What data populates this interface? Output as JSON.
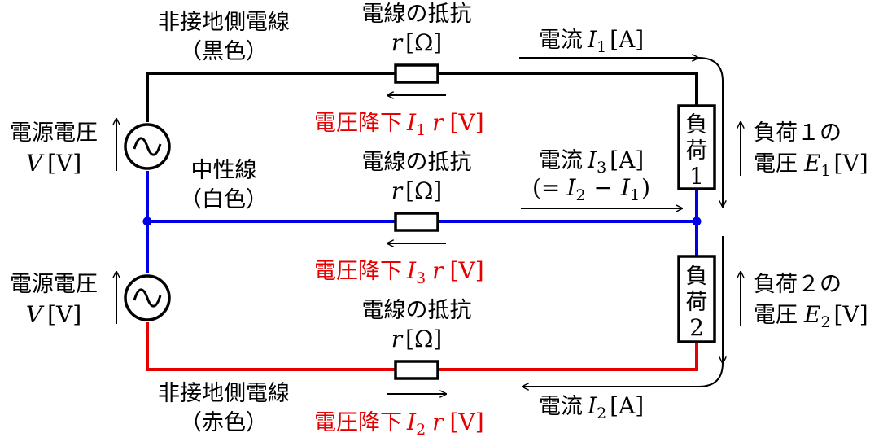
{
  "wires": {
    "top_label_1": "非接地側電線",
    "top_label_2": "（黒色）",
    "neutral_label_1": "中性線",
    "neutral_label_2": "（白色）",
    "bottom_label_1": "非接地側電線",
    "bottom_label_2": "（赤色）",
    "colors": {
      "top": "#000000",
      "neutral": "#0000e6",
      "bottom": "#e60000"
    }
  },
  "resistors": {
    "label": "電線の抵抗",
    "value_sym": "r",
    "value_unit": "[Ω]"
  },
  "voltage_drops": {
    "prefix": "電圧降下",
    "top_current": "I",
    "top_sub": "1",
    "mid_current": "I",
    "mid_sub": "3",
    "bot_current": "I",
    "bot_sub": "2",
    "r": "r",
    "unit": "[V]",
    "color": "#e60000"
  },
  "sources": {
    "label": "電源電圧",
    "sym": "V",
    "unit": "[V]"
  },
  "currents": {
    "prefix": "電流",
    "i1_sym": "I",
    "i1_sub": "1",
    "i3_sym": "I",
    "i3_sub": "3",
    "i2_sym": "I",
    "i2_sub": "2",
    "unit": "[A]",
    "i3_eq_open": "(=",
    "i3_eq_a": "I",
    "i3_eq_a_sub": "2",
    "i3_eq_minus": "−",
    "i3_eq_b": "I",
    "i3_eq_b_sub": "1",
    "i3_eq_close": ")"
  },
  "loads": {
    "load1": {
      "c1": "負",
      "c2": "荷",
      "c3": "1"
    },
    "load2": {
      "c1": "負",
      "c2": "荷",
      "c3": "2"
    }
  },
  "load_voltages": {
    "e1_prefix": "負荷１の",
    "e1_line2": "電圧",
    "e1_sym": "E",
    "e1_sub": "1",
    "e2_prefix": "負荷２の",
    "e2_line2": "電圧",
    "e2_sym": "E",
    "e2_sub": "2",
    "unit": "[V]"
  }
}
